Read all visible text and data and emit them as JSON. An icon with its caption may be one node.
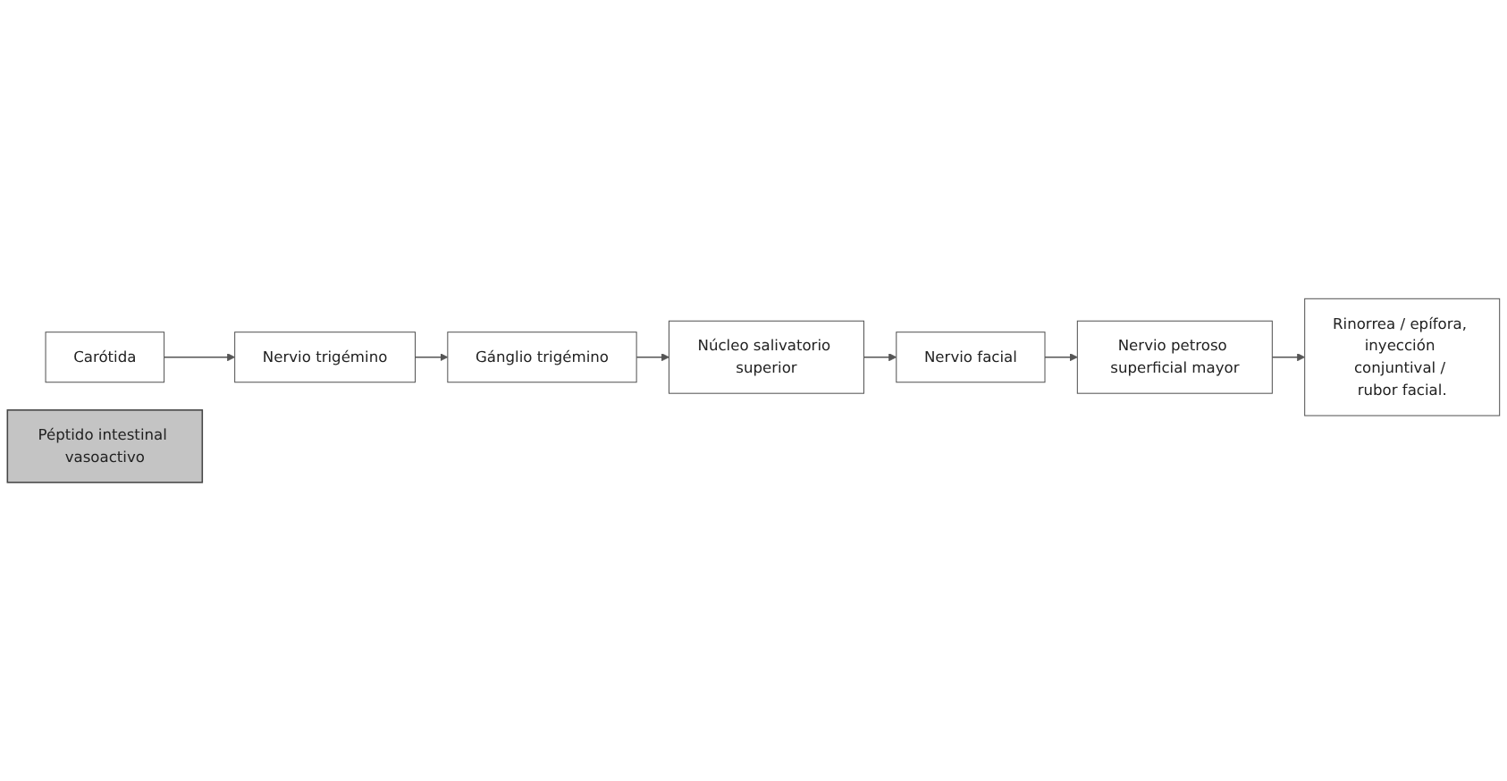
{
  "diagram": {
    "nodes": [
      {
        "text": [
          "Carótida"
        ]
      },
      {
        "text": [
          "Nervio trigémino"
        ]
      },
      {
        "text": [
          "Gánglio trigémino"
        ]
      },
      {
        "text": [
          "Péptido intestinal vasoactivo"
        ]
      },
      {
        "text": [
          "Núcleo salivatorio superior"
        ]
      },
      {
        "text": [
          "Nervio facial"
        ]
      },
      {
        "text": [
          "Nervio petroso superficial mayor"
        ]
      },
      {
        "text": [
          "Rinorrea / epífora, inyección conjuntival / rubor facial."
        ]
      }
    ],
    "edges": [
      {
        "from": 0,
        "to": 1,
        "arrow": "to"
      },
      {
        "from": 1,
        "to": 2,
        "arrow": "to"
      },
      {
        "from": 2,
        "to": 4,
        "arrow": "to"
      },
      {
        "from": 4,
        "to": 5,
        "arrow": "to"
      },
      {
        "from": 5,
        "to": 6,
        "arrow": "to"
      },
      {
        "from": 6,
        "to": 7,
        "arrow": "to"
      }
    ]
  }
}
